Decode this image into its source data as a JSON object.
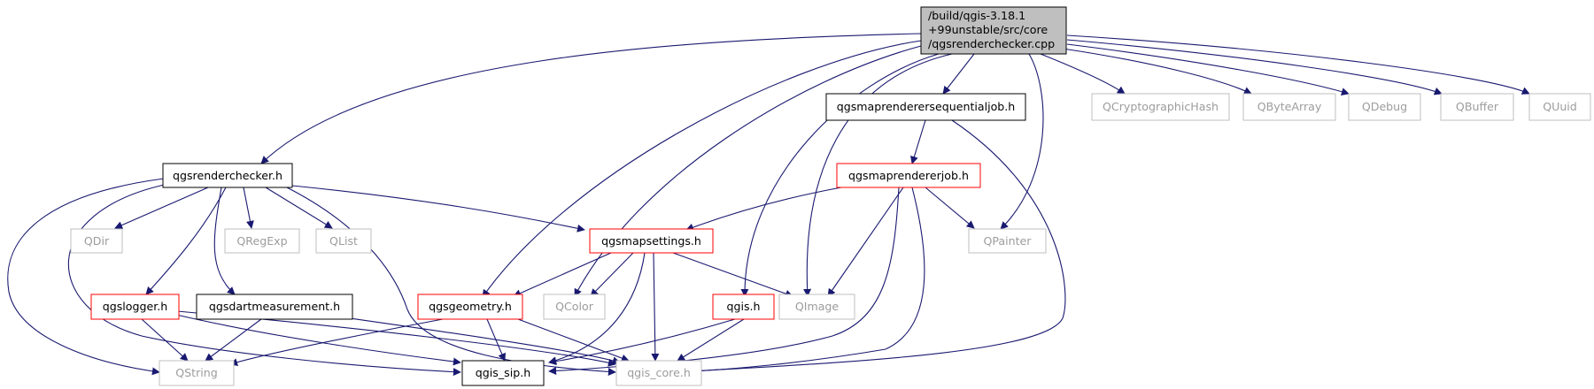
{
  "colors": {
    "edge": "#191970",
    "border_black": "#000000",
    "border_red": "#ff0000",
    "border_gray": "#bfbfbf",
    "text_gray": "#9c9c9c",
    "text_dark": "#000000",
    "focus_fill": "#bfbfbf"
  },
  "graph": {
    "root": {
      "line1": "/build/qgis-3.18.1",
      "line2": "+99unstable/src/core",
      "line3": "/qgsrenderchecker.cpp"
    },
    "nodes": {
      "qgsmaprenderersequentialjob": "qgsmaprenderersequentialjob.h",
      "qcryptographichash": "QCryptographicHash",
      "qbytearray": "QByteArray",
      "qdebug": "QDebug",
      "qbuffer": "QBuffer",
      "quuid": "QUuid",
      "qgsrenderchecker": "qgsrenderchecker.h",
      "qgsmaprendererjob": "qgsmaprendererjob.h",
      "qdir": "QDir",
      "qregexp": "QRegExp",
      "qlist": "QList",
      "qgsmapsettings": "qgsmapsettings.h",
      "qpainter": "QPainter",
      "qgslogger": "qgslogger.h",
      "qgsdartmeasurement": "qgsdartmeasurement.h",
      "qgsgeometry": "qgsgeometry.h",
      "qcolor": "QColor",
      "qimage": "QImage",
      "qgis": "qgis.h",
      "qstring": "QString",
      "qgis_sip": "qgis_sip.h",
      "qgis_core": "qgis_core.h"
    }
  }
}
